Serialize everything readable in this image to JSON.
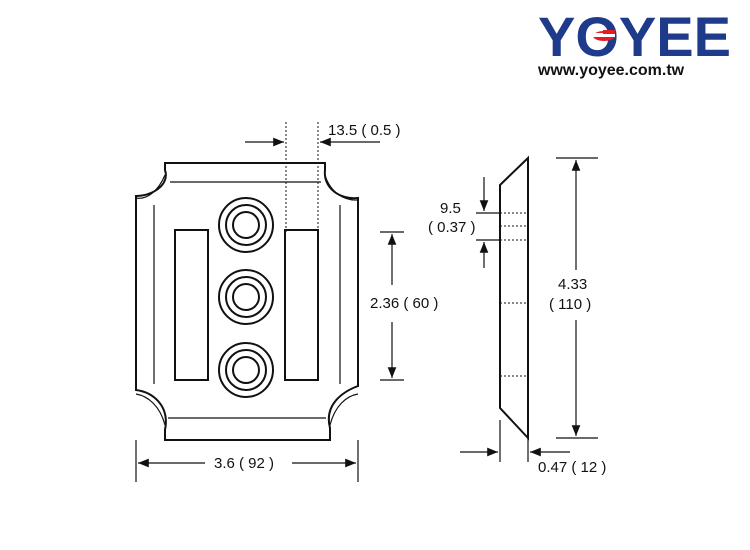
{
  "logo": {
    "brand": "YOYEE",
    "url": "www.yoyee.com.tw",
    "colors": {
      "word": "#1e3a8a",
      "accent": "#e11d2a"
    }
  },
  "dimensions": {
    "gap_top": "13.5 ( 0.5 )",
    "hole_spacing": "2.36 ( 60 )",
    "width": "3.6 ( 92 )",
    "edge_offset_value": "9.5",
    "edge_offset_paren": "( 0.37 )",
    "height_value": "4.33",
    "height_paren": "( 110 )",
    "thickness": "0.47 ( 12 )"
  }
}
